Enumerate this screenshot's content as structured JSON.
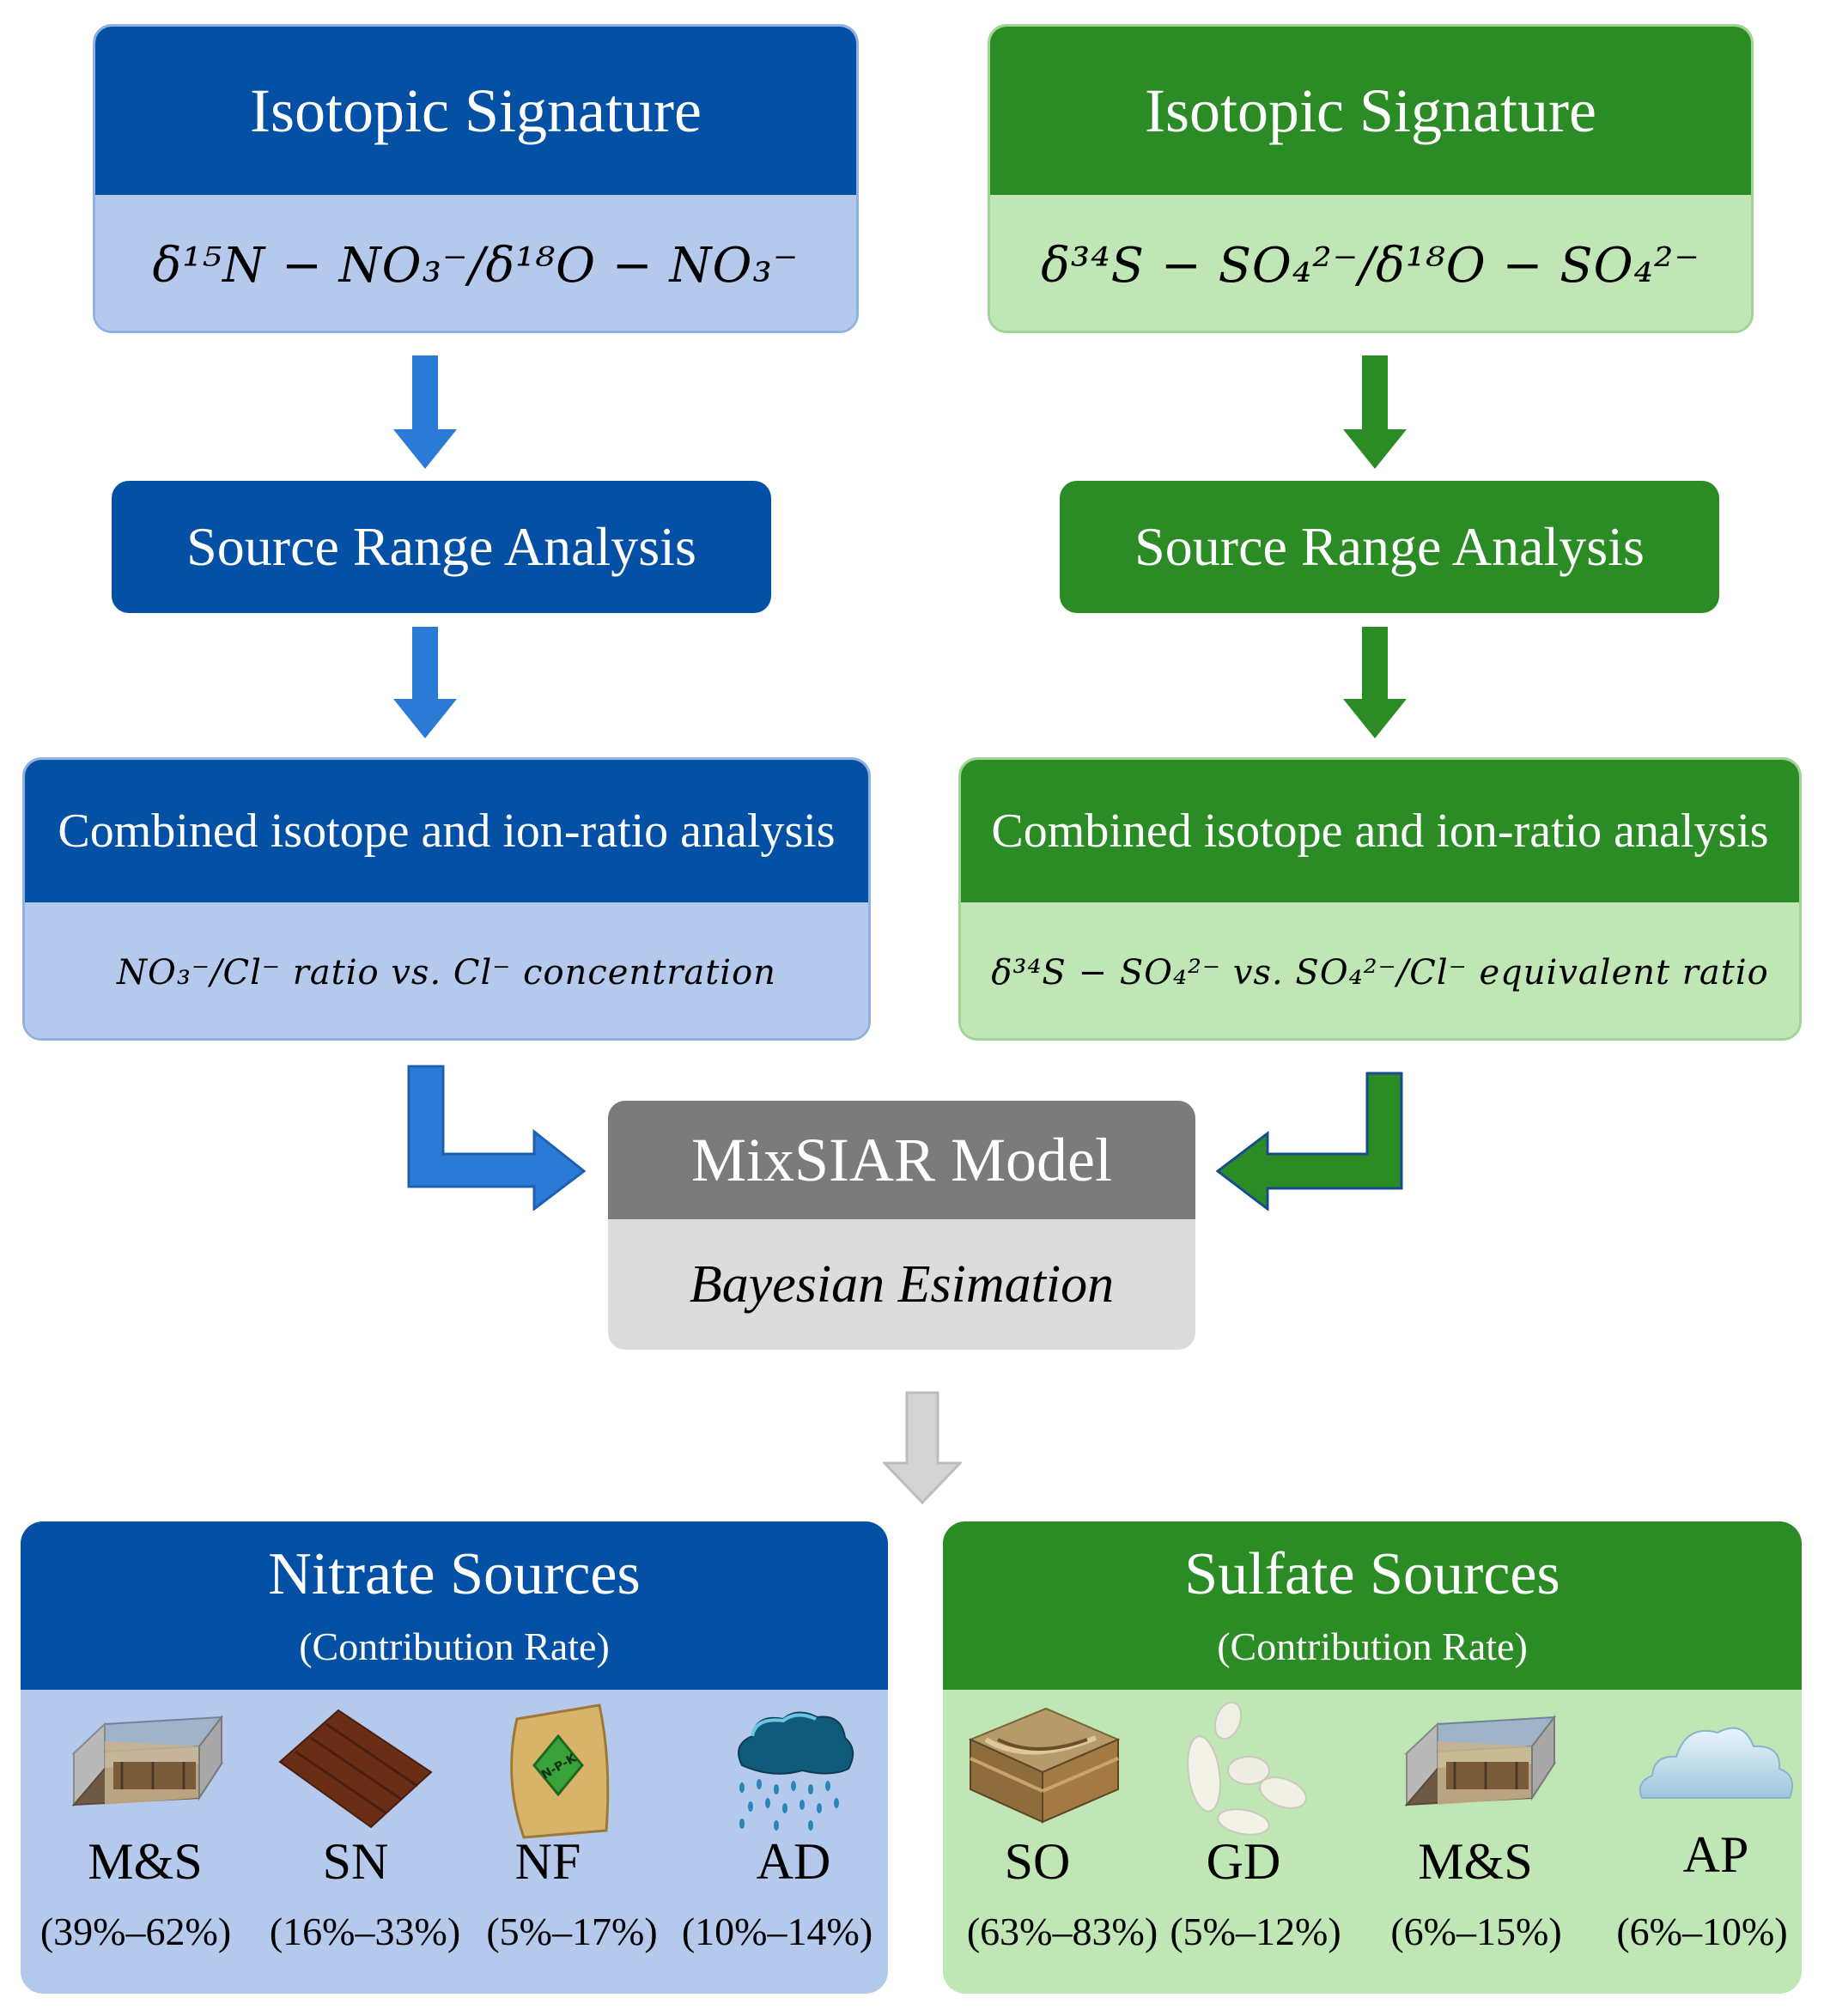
{
  "nitrate_flow": {
    "isotopic_title": "Isotopic Signature",
    "isotopic_formula": "δ¹⁵N − NO₃⁻/δ¹⁸O − NO₃⁻",
    "source_range": "Source Range Analysis",
    "combined_title": "Combined isotope and ion-ratio analysis",
    "combined_formula": "NO₃⁻/Cl⁻ ratio vs. Cl⁻ concentration"
  },
  "sulfate_flow": {
    "isotopic_title": "Isotopic Signature",
    "isotopic_formula": "δ³⁴S − SO₄²⁻/δ¹⁸O − SO₄²⁻",
    "source_range": "Source Range Analysis",
    "combined_title": "Combined isotope and ion-ratio analysis",
    "combined_formula": "δ³⁴S − SO₄²⁻ vs. SO₄²⁻/Cl⁻ equivalent ratio"
  },
  "model": {
    "title": "MixSIAR Model",
    "subtitle": "Bayesian Esimation"
  },
  "nitrate_sources": {
    "title": "Nitrate Sources",
    "subtitle": "(Contribution Rate)",
    "items": [
      {
        "label": "M&S",
        "rate": "(39%–62%)",
        "icon": "barn-icon"
      },
      {
        "label": "SN",
        "rate": "(16%–33%)",
        "icon": "soil-icon"
      },
      {
        "label": "NF",
        "rate": "(5%–17%)",
        "icon": "fertilizer-bag-icon"
      },
      {
        "label": "AD",
        "rate": "(10%–14%)",
        "icon": "rain-cloud-icon"
      }
    ]
  },
  "sulfate_sources": {
    "title": "Sulfate Sources",
    "subtitle": "(Contribution Rate)",
    "items": [
      {
        "label": "SO",
        "rate": "(63%–83%)",
        "icon": "soil-layers-icon"
      },
      {
        "label": "GD",
        "rate": "(5%–12%)",
        "icon": "gypsum-pebbles-icon"
      },
      {
        "label": "M&S",
        "rate": "(6%–15%)",
        "icon": "barn-icon"
      },
      {
        "label": "AP",
        "rate": "(6%–10%)",
        "icon": "cloud-icon"
      }
    ]
  },
  "colors": {
    "nitrate_dark": "#0450a4",
    "nitrate_light": "#b4c9ec",
    "sulfate_dark": "#2b8c25",
    "sulfate_light": "#bfe6b4",
    "model_dark": "#7b7b7b",
    "model_light": "#dcdcdc",
    "arrow_blue": "#2a7ad6",
    "arrow_green": "#2b8c25",
    "arrow_gray": "#d4d4d4"
  }
}
